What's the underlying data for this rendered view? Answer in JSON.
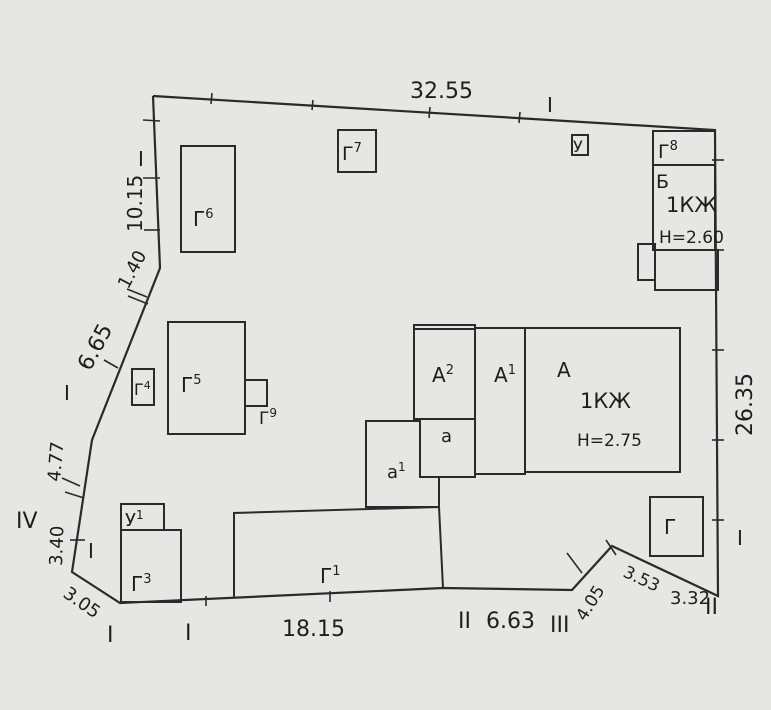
{
  "colors": {
    "paper": "#e6e6e4",
    "ink": "#2a2a2a"
  },
  "dimensions": {
    "top": "32.55",
    "left_upper": "10.15",
    "left_bend": "1.40",
    "left_diagonal": "6.65",
    "left_mid": "4.77",
    "left_lower": "3.40",
    "bottom_left_corner": "3.05",
    "bottom_main": "18.15",
    "bottom_mid": "6.63",
    "bottom_diag1": "4.05",
    "bottom_diag2": "3.53",
    "bottom_right": "3.32",
    "right": "26.35"
  },
  "buildings": {
    "main_letter": "А",
    "main_class": "1КЖ",
    "main_height": "Н=2.75",
    "a1": "А",
    "a1_sup": "1",
    "a2": "А",
    "a2_sup": "2",
    "a_small": "а",
    "a_small1": "а",
    "a_small1_sup": "1",
    "b_letter": "Б",
    "b_class": "1КЖ",
    "b_height": "Н=2.60",
    "g": "Г",
    "g1": "Г",
    "g1_sup": "1",
    "g3": "Г",
    "g3_sup": "3",
    "g4": "Г",
    "g4_sup": "4",
    "g5": "Г",
    "g5_sup": "5",
    "g6": "Г",
    "g6_sup": "6",
    "g7": "Г",
    "g7_sup": "7",
    "g8": "Г",
    "g8_sup": "8",
    "g9": "Г",
    "g9_sup": "9",
    "u": "У",
    "u1": "У",
    "u1_sup": "1"
  },
  "fence_marks": {
    "m1": "I",
    "m2": "I",
    "m3": "I",
    "m4": "I",
    "m5": "I",
    "m6": "I",
    "m7": "I",
    "m8": "IV",
    "m9": "II",
    "m10": "III",
    "m11": "II",
    "m12": "I"
  }
}
